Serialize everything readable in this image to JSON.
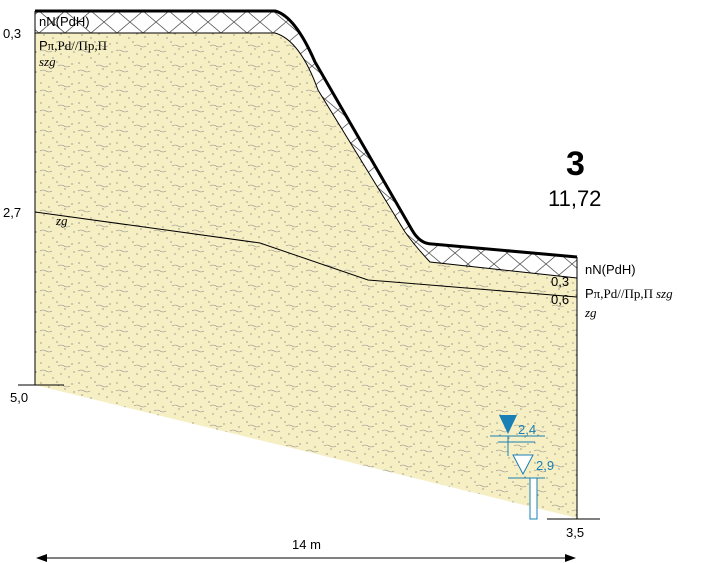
{
  "section": {
    "number": "3",
    "elevation": "11,72"
  },
  "left_borehole": {
    "depths": [
      "0,3",
      "2,7",
      "5,0"
    ],
    "layer_labels": {
      "fill_code": "nN(PdH)",
      "sand_code_prefix": "P",
      "sand_code_greek": "π",
      "sand_code_rest": ",Pd//Πp,Π",
      "sand_genesis": "szg",
      "lower_genesis": "zg"
    }
  },
  "right_borehole": {
    "depths": [
      "0,3",
      "0,6",
      "3,5"
    ],
    "layer_labels": {
      "fill_code": "nN(PdH)",
      "sand_code_prefix": "P",
      "sand_code_greek": "π",
      "sand_code_rest": ",Pd//Πp,Π",
      "sand_genesis": "szg",
      "lower_genesis": "zg"
    },
    "groundwater": {
      "first": "2,4",
      "steady": "2,9"
    }
  },
  "distance": "14 m",
  "colors": {
    "soil_fill": "#f7efc4",
    "hatch": "#555555",
    "water": "#1a7fb5",
    "line": "#000000"
  }
}
